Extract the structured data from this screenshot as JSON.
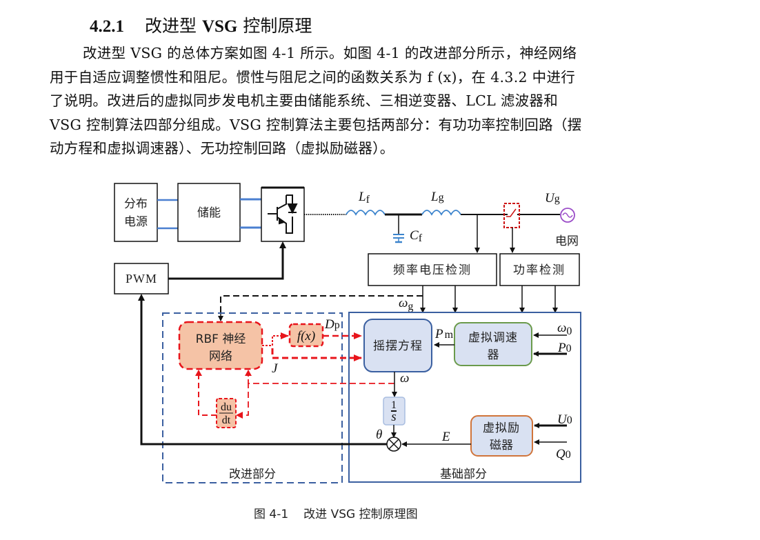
{
  "section": {
    "number": "4.2.1",
    "title_prefix": "改进型",
    "title_bold": "VSG",
    "title_suffix": "控制原理"
  },
  "paragraph": {
    "lines": [
      "改进型 VSG 的总体方案如图 4-1 所示。如图 4-1 的改进部分所示，神经网络",
      "用于自适应调整惯性和阻尼。惯性与阻尼之间的函数关系为 f (x)，在 4.3.2 中进行",
      "了说明。改进后的虚拟同步发电机主要由储能系统、三相逆变器、LCL 滤波器和",
      "VSG 控制算法四部分组成。VSG 控制算法主要包括两部分：有功功率控制回路（摆",
      "动方程和虚拟调速器）、无功控制回路（虚拟励磁器）。"
    ]
  },
  "figure": {
    "blocks": {
      "distributed_source_line1": "分布",
      "distributed_source_line2": "电源",
      "storage": "储能",
      "pwm": "PWM",
      "freq_voltage_detect": "频率电压检测",
      "power_detect": "功率检测",
      "rbf_line1": "RBF 神经",
      "rbf_line2": "网络",
      "fx": "f(x)",
      "swing_equation": "摇摆方程",
      "governor_line1": "虚拟调速",
      "governor_line2": "器",
      "integrator_num": "1",
      "integrator_den": "s",
      "deriv_num": "du",
      "deriv_den": "dt",
      "exciter_line1": "虚拟励",
      "exciter_line2": "磁器",
      "improved_part": "改进部分",
      "basic_part": "基础部分",
      "grid": "电网"
    },
    "symbols": {
      "Lf": "L",
      "Lf_sub": "f",
      "Lg": "L",
      "Lg_sub": "g",
      "Cf": "C",
      "Cf_sub": "f",
      "Ug": "U",
      "Ug_sub": "g",
      "omega_g": "ω",
      "omega_g_sub": "g",
      "Dp": "D",
      "Dp_sub": "p",
      "J": "J",
      "Pm": "P",
      "Pm_sub": "m",
      "omega0": "ω",
      "omega0_sub": "0",
      "P0": "P",
      "P0_sub": "0",
      "omega": "ω",
      "theta": "θ",
      "E": "E",
      "U0": "U",
      "U0_sub": "0",
      "Q0": "Q",
      "Q0_sub": "0"
    },
    "colors": {
      "blue_frame": "#3a5fa0",
      "red_dashed": "#e8141b",
      "rbf_fill": "#f5c3a6",
      "light_blue_fill": "#d9e1f2",
      "governor_border": "#6a9a4b",
      "exciter_border": "#d0743a",
      "inductor": "#3b83cc",
      "grid_source": "#9b4dc8"
    },
    "caption_label": "图 4-1",
    "caption_text": "改进 VSG 控制原理图"
  }
}
